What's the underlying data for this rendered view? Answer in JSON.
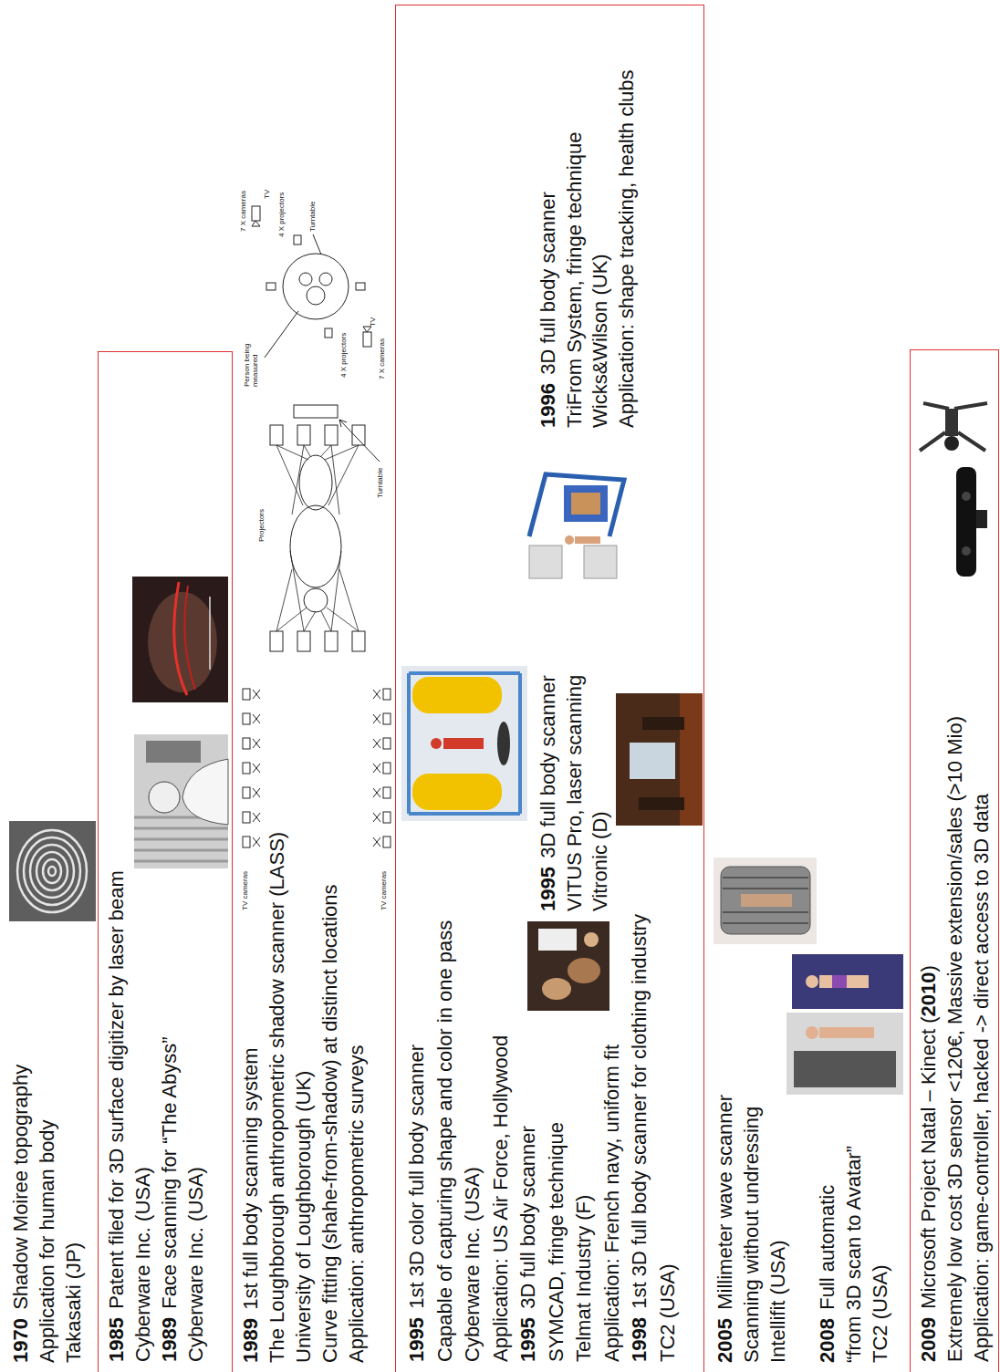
{
  "diagram": {
    "nodes": [
      {
        "text": [
          "1985",
          "Patent filed for 3D surface digitizer by laser beam",
          "Cyberware Inc. (USA)",
          "1989",
          "Face scanning for “The Abyss”",
          "Cyberware Inc. (USA)"
        ]
      },
      {
        "text": [
          "1995",
          "1st 3D color full body scanner",
          "Capable of capturing shape and color in one pass",
          "Cyberware Inc. (USA)",
          "Application: US Air Force, Hollywood",
          "1995",
          "3D full body scanner",
          "SYMCAD, fringe technique",
          "Telmat Industry (F)",
          "Application: French navy, uniform fit",
          "1998",
          "1st 3D full body scanner for clothing industry",
          "TC2 (USA)",
          "1995",
          "3D full body scanner",
          "VITUS Pro, laser scanning",
          "Vitronic (D)",
          "1996",
          "3D full body scanner",
          "TriFrom System, fringe technique",
          "Wicks&Wilson (UK)",
          "Application: shape tracking, health clubs"
        ]
      },
      {
        "text": [
          "2009",
          "Microsoft Project Natal – Kinect (",
          "2010",
          ")",
          "Extremely low cost 3D sensor <120€, Massive extension/sales (>10 Mio)",
          "Application: game-controller, hacked -> direct access to 3D data"
        ]
      }
    ],
    "labels": [
      "1970",
      "Shadow Moiree topography",
      "Application for human body",
      "Takasaki (JP)",
      "1989",
      "1st full body scanning system",
      "The Loughborough anthropometric shadow scanner (LASS)",
      "University of Loughborough (UK)",
      "Curve fitting (shahe-from-shadow) at distinct locations",
      "Application: anthropometric surveys",
      "TV cameras",
      "Projectors",
      "TV cameras",
      "Turntable",
      "Person being measured",
      "TV",
      "7 X cameras",
      "4 X projectors",
      "Turntable",
      "4 X projectors",
      "7 X cameras",
      "TV",
      "2005",
      "Millimeter wave scanner",
      "Scanning without undressing",
      "Intellifit (USA)",
      "2008",
      "Full automatic",
      "“from 3D scan to Avatar”",
      "TC2 (USA)"
    ]
  }
}
